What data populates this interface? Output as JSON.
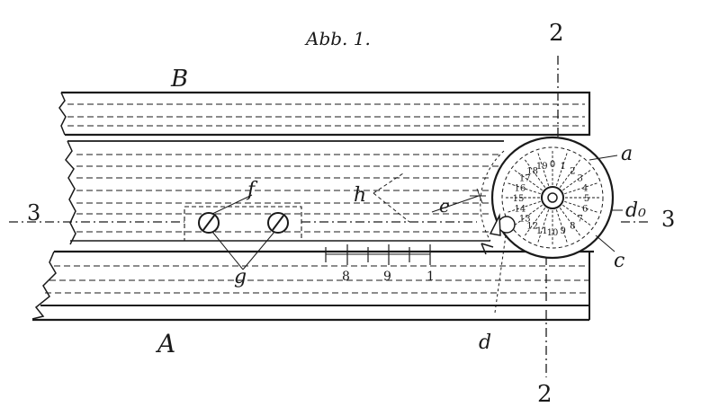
{
  "title": "Abb. 1.",
  "labels": {
    "B": "B",
    "A": "A",
    "f": "f",
    "g": "g",
    "h": "h",
    "e": "e",
    "a": "a",
    "d0": "d₀",
    "c": "c",
    "d": "d",
    "section_left": "3",
    "section_right": "3",
    "section_top": "2",
    "section_bottom": "2"
  },
  "scale_numbers": [
    "8",
    "9",
    "1"
  ],
  "dial_marks": [
    "0",
    "1",
    "2",
    "3",
    "4",
    "5",
    "6",
    "7",
    "8",
    "9",
    "10",
    "11",
    "12",
    "13",
    "14",
    "15",
    "16",
    "17",
    "18",
    "19"
  ],
  "colors": {
    "ink": "#1a1a1a",
    "paper": "#ffffff"
  }
}
